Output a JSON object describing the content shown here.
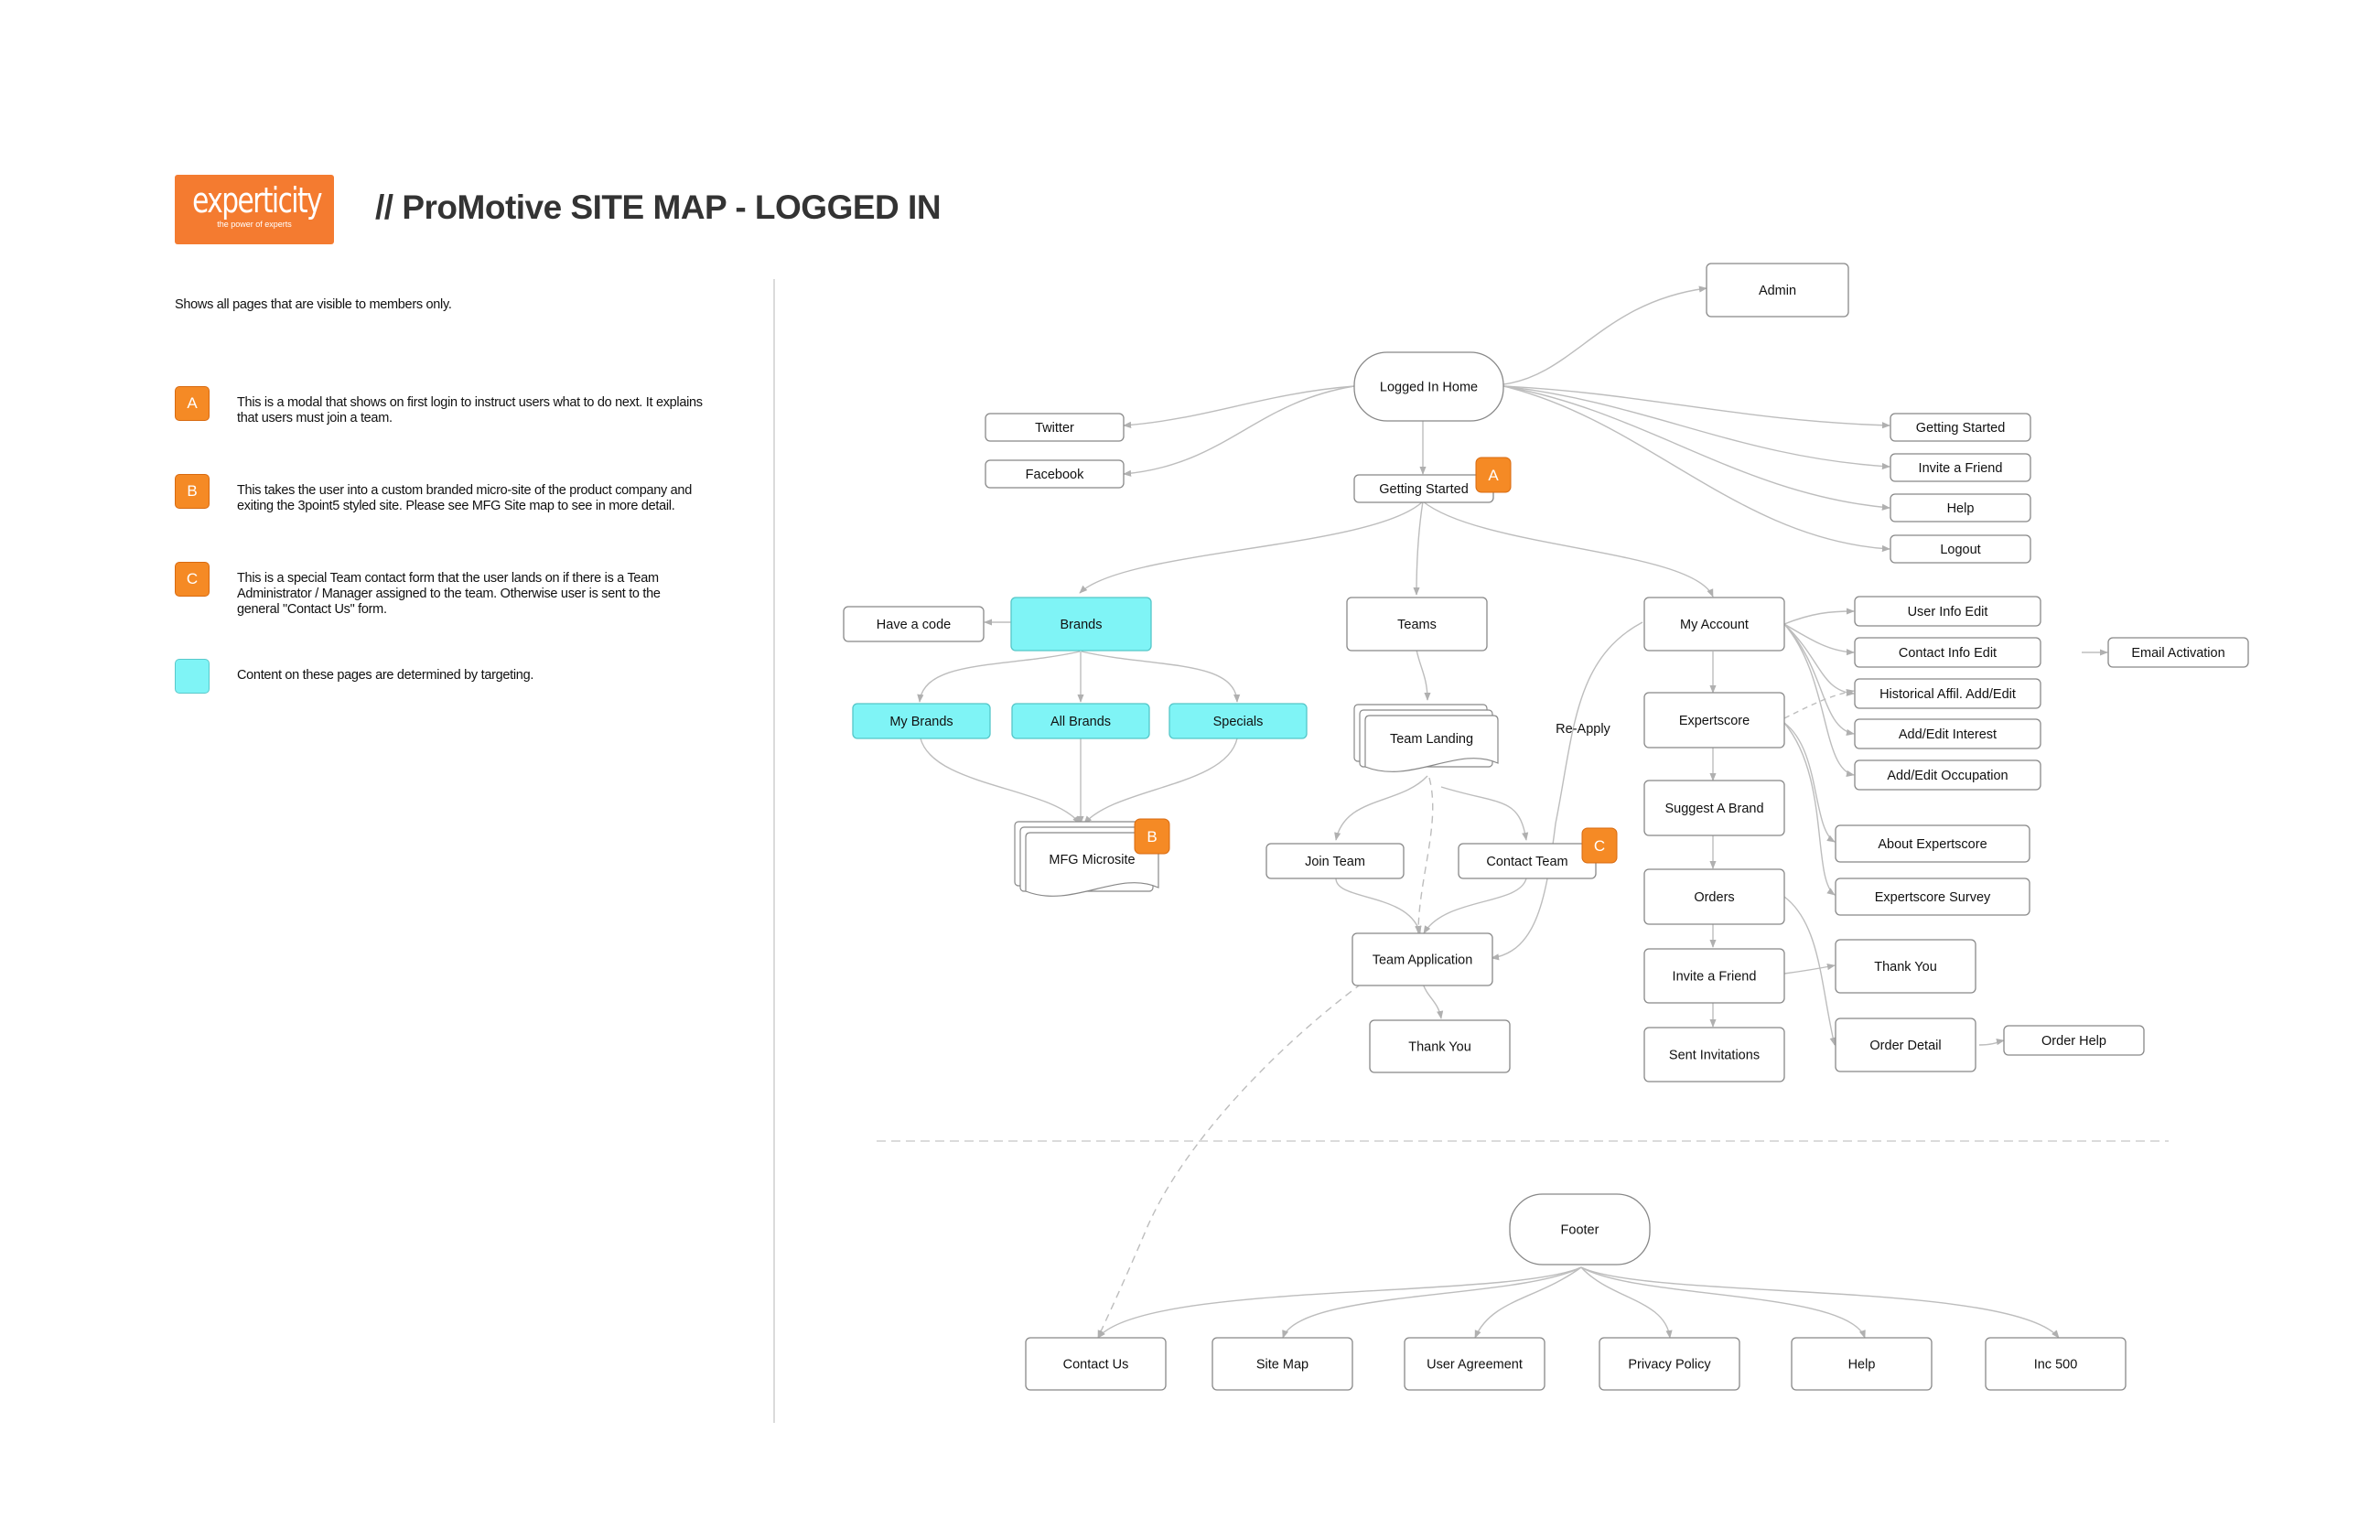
{
  "brand": {
    "logo_text": "experticity",
    "logo_tagline": "the power of experts"
  },
  "title": "// ProMotive SITE MAP - LOGGED IN",
  "description": "Shows all pages that are visible to members only.",
  "legend": [
    {
      "badge": "A",
      "text": "This is a modal that shows on first login to instruct users what to do next. It explains that users must join a team."
    },
    {
      "badge": "B",
      "text": "This takes the user into a custom branded micro-site of the product company and exiting the 3point5 styled site.  Please see MFG Site map to see in more detail."
    },
    {
      "badge": "C",
      "text": "This is a special Team contact form that the user lands on if there is a Team Administrator / Manager assigned to the team. Otherwise user is sent to the general \"Contact Us\" form."
    },
    {
      "badge": "",
      "text": "Content on these pages are determined by targeting."
    }
  ],
  "colors": {
    "accent_orange": "#f58a25",
    "targeted_cyan": "#7ff4f6",
    "edge_gray": "#b5b5b5",
    "box_border": "#888888"
  },
  "nodes": {
    "admin": "Admin",
    "home": "Logged In Home",
    "twitter": "Twitter",
    "facebook": "Facebook",
    "getting_started": "Getting Started",
    "gs_right": "Getting Started",
    "invite_top": "Invite a Friend",
    "help_top": "Help",
    "logout": "Logout",
    "have_code": "Have a code",
    "brands": "Brands",
    "my_brands": "My Brands",
    "all_brands": "All Brands",
    "specials": "Specials",
    "mfg": "MFG Microsite",
    "teams": "Teams",
    "team_landing": "Team Landing",
    "join_team": "Join Team",
    "contact_team": "Contact Team",
    "team_app": "Team Application",
    "thank_you_team": "Thank You",
    "re_apply": "Re-Apply",
    "my_account": "My Account",
    "user_info": "User Info Edit",
    "contact_info": "Contact Info Edit",
    "email_activation": "Email Activation",
    "historical": "Historical Affil. Add/Edit",
    "interest": "Add/Edit Interest",
    "occupation": "Add/Edit Occupation",
    "expertscore": "Expertscore",
    "about_expertscore": "About Expertscore",
    "expertscore_survey": "Expertscore Survey",
    "suggest_brand": "Suggest A Brand",
    "orders": "Orders",
    "invite_friend": "Invite a Friend",
    "thank_you_acct": "Thank You",
    "sent_invitations": "Sent Invitations",
    "order_detail": "Order Detail",
    "order_help": "Order Help",
    "footer": "Footer",
    "contact_us": "Contact Us",
    "site_map": "Site Map",
    "user_agreement": "User Agreement",
    "privacy_policy": "Privacy Policy",
    "help_footer": "Help",
    "inc500": "Inc 500"
  },
  "badges": {
    "a": "A",
    "b": "B",
    "c": "C"
  }
}
